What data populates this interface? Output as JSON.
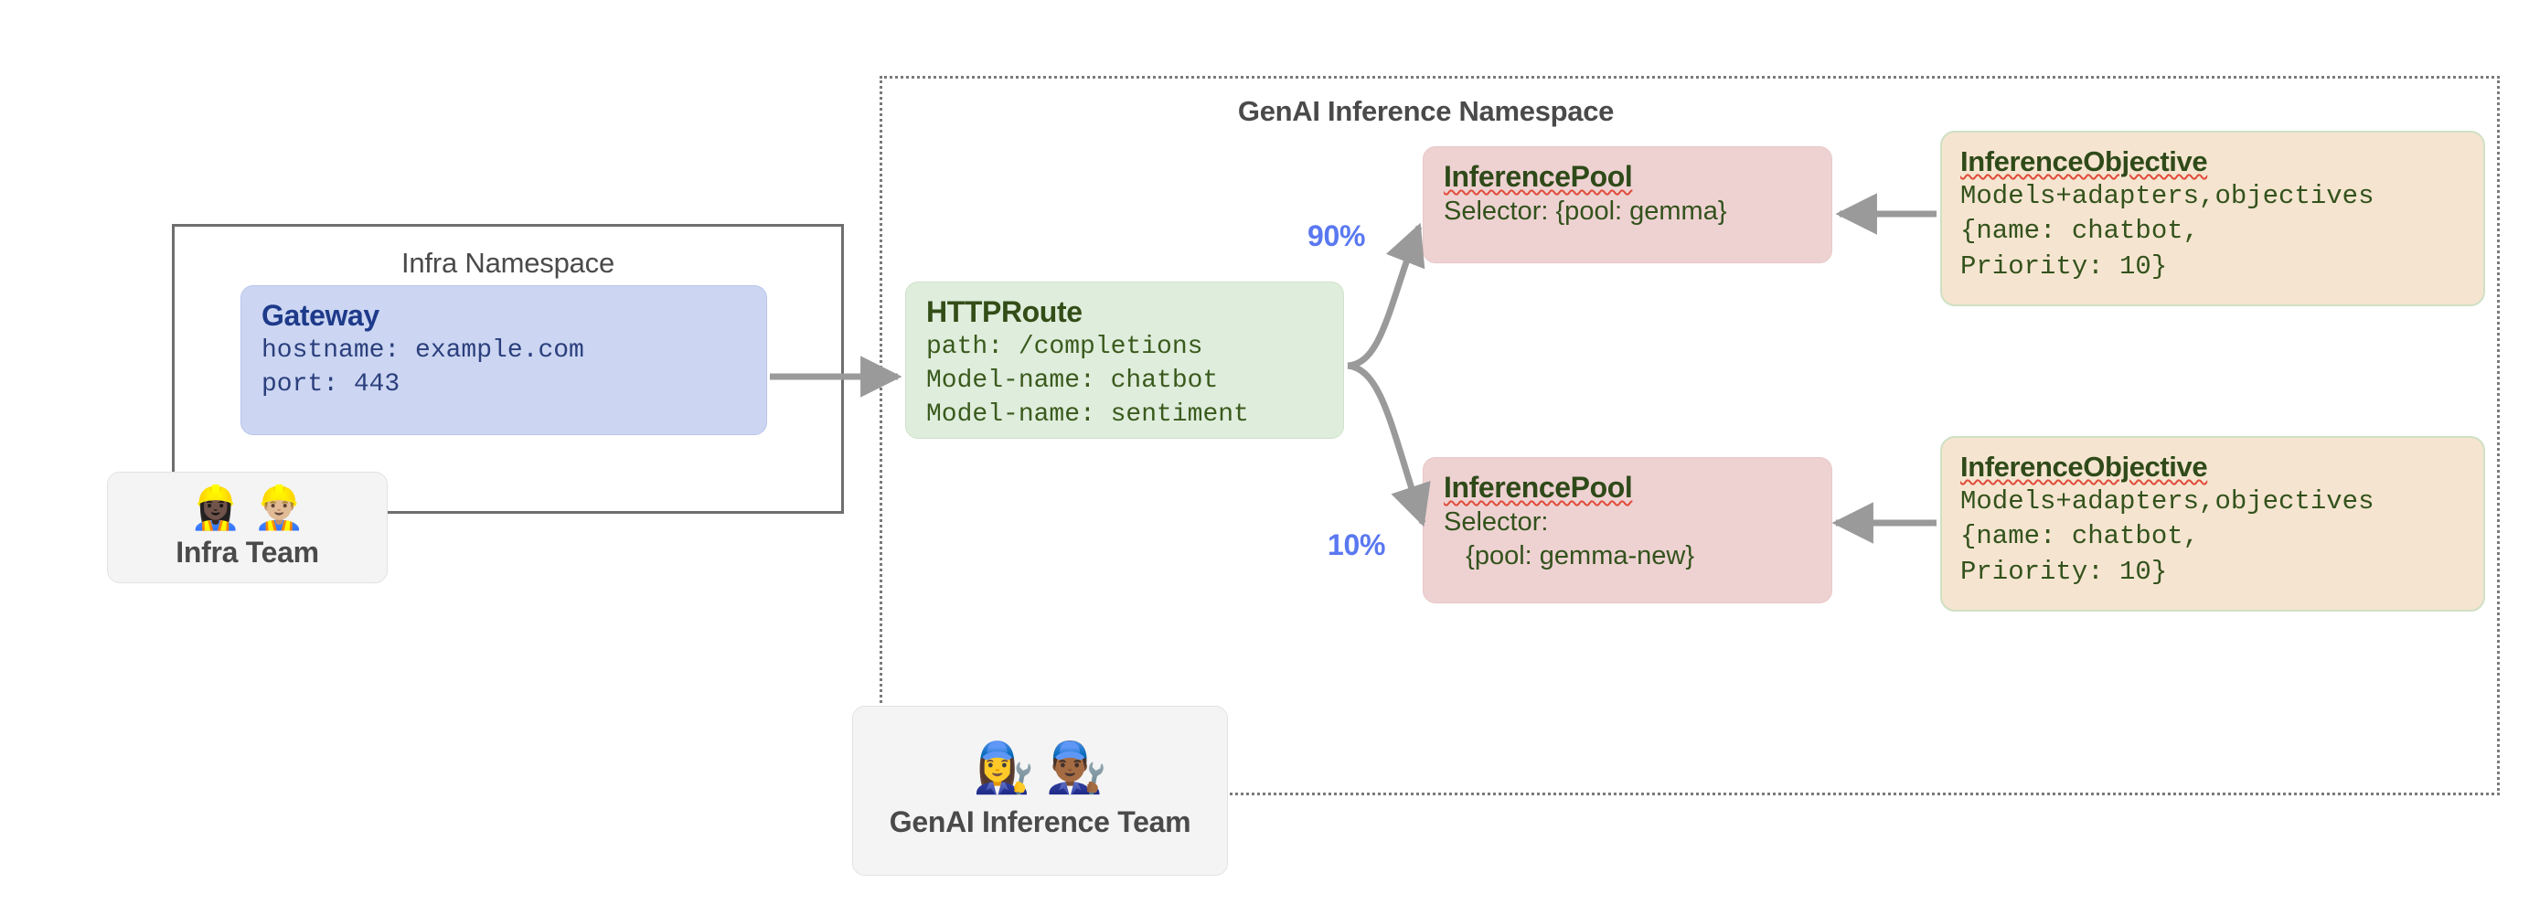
{
  "namespaces": {
    "infra": {
      "title": "Infra Namespace"
    },
    "genai": {
      "title": "GenAI Inference Namespace"
    }
  },
  "nodes": {
    "gateway": {
      "title": "Gateway",
      "line1": "hostname: example.com",
      "line2": "port: 443"
    },
    "httproute": {
      "title": "HTTPRoute",
      "line1": "path: /completions",
      "line2": "Model-name: chatbot",
      "line3": "Model-name: sentiment"
    },
    "pool_gemma": {
      "title": "InferencePool",
      "line1": "Selector: {pool: gemma}"
    },
    "pool_gemma_new": {
      "title": "InferencePool",
      "line1": "Selector:",
      "line2": "   {pool: gemma-new}"
    },
    "objective_top": {
      "title": "InferenceObjective",
      "line1": "Models+adapters,objectives",
      "line2": "{name: chatbot,",
      "line3": "Priority: 10}"
    },
    "objective_bottom": {
      "title": "InferenceObjective",
      "line1": "Models+adapters,objectives",
      "line2": "{name: chatbot,",
      "line3": "Priority: 10}"
    }
  },
  "teams": {
    "infra": {
      "label": "Infra Team",
      "emojis": "👷🏿‍♀️👷🏼‍♂️"
    },
    "genai": {
      "label": "GenAI Inference Team",
      "emojis": "👩‍🔧👨🏾‍🔧"
    }
  },
  "edges": {
    "split_top_label": "90%",
    "split_bottom_label": "10%"
  },
  "colors": {
    "gateway_fill": "#ccd6f2",
    "gateway_text": "#1e3a8a",
    "httproute_fill": "#dfeddc",
    "httproute_text": "#334d17",
    "pool_fill": "#eed2d2",
    "pool_text": "#2f4a19",
    "objective_fill": "#f5e5d0",
    "objective_border": "#cfe0c4",
    "objective_text": "#2f4a19",
    "percent_text": "#5a78f0",
    "arrow": "#9a9a9a",
    "namespace_border": "#6e6e6e",
    "team_card_fill": "#f4f4f4",
    "spellcheck_underline": "#e04b3a"
  }
}
